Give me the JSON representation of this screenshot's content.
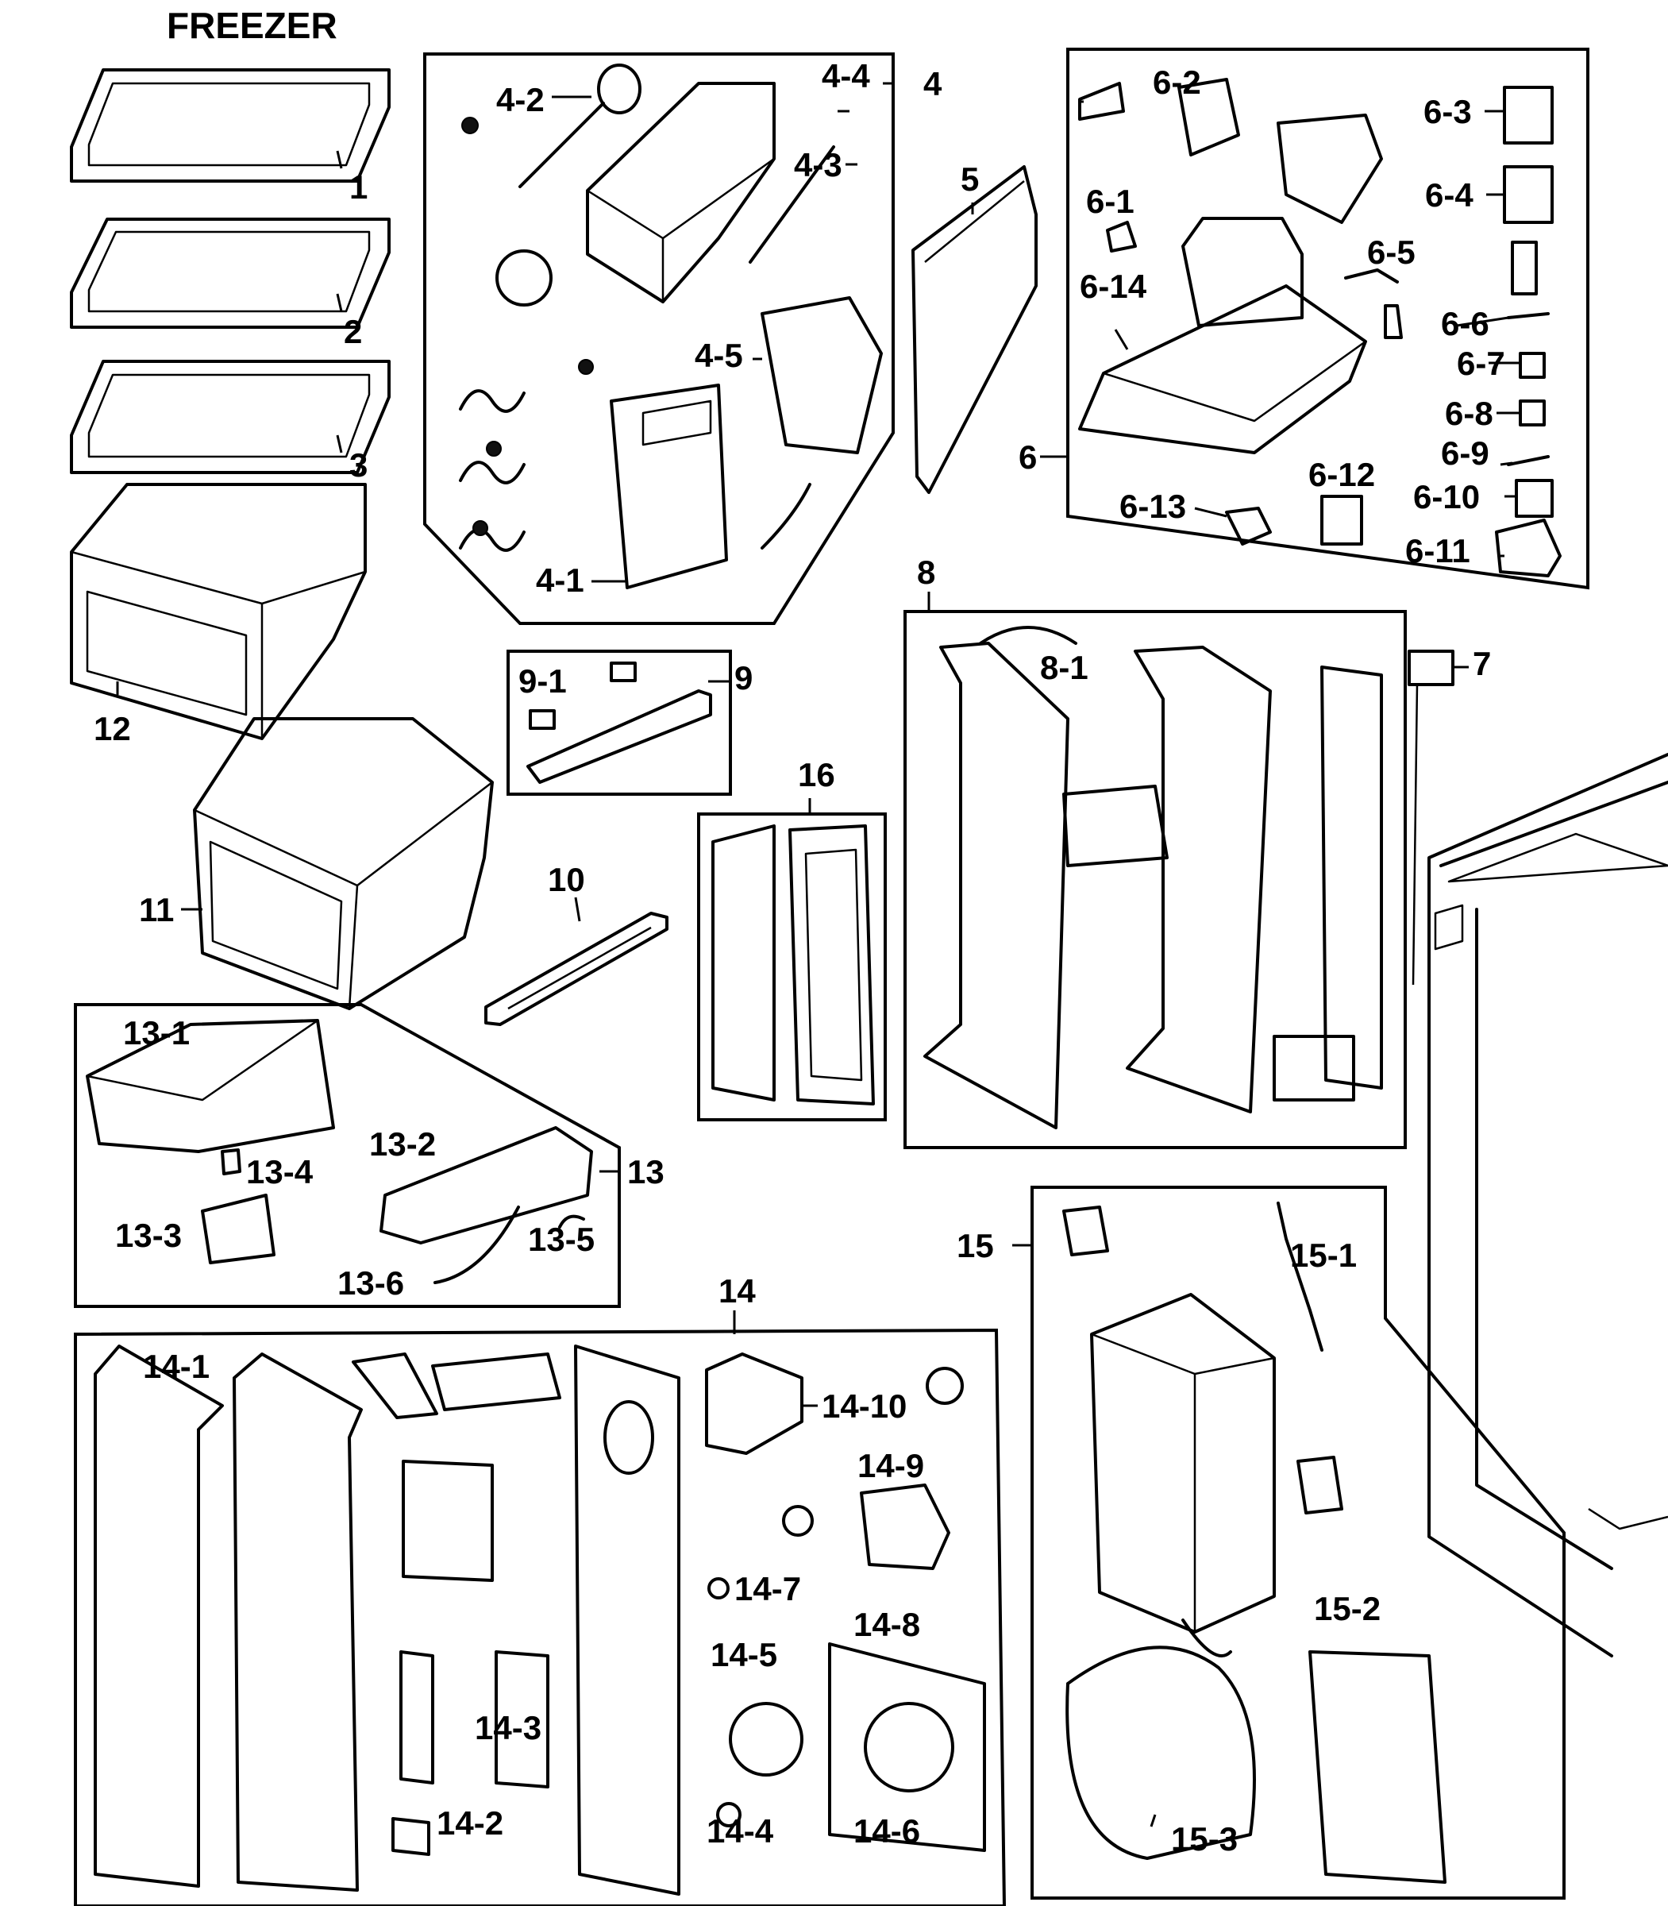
{
  "title": "FREEZER",
  "callouts": {
    "c1": "1",
    "c2": "2",
    "c3": "3",
    "c4": "4",
    "c4_1": "4-1",
    "c4_2": "4-2",
    "c4_3": "4-3",
    "c4_4": "4-4",
    "c4_5": "4-5",
    "c5": "5",
    "c6": "6",
    "c6_1": "6-1",
    "c6_2": "6-2",
    "c6_3": "6-3",
    "c6_4": "6-4",
    "c6_5": "6-5",
    "c6_6": "6-6",
    "c6_7": "6-7",
    "c6_8": "6-8",
    "c6_9": "6-9",
    "c6_10": "6-10",
    "c6_11": "6-11",
    "c6_12": "6-12",
    "c6_13": "6-13",
    "c6_14": "6-14",
    "c7": "7",
    "c8": "8",
    "c8_1": "8-1",
    "c9": "9",
    "c9_1": "9-1",
    "c10": "10",
    "c11": "11",
    "c12": "12",
    "c13": "13",
    "c13_1": "13-1",
    "c13_2": "13-2",
    "c13_3": "13-3",
    "c13_4": "13-4",
    "c13_5": "13-5",
    "c13_6": "13-6",
    "c14": "14",
    "c14_1": "14-1",
    "c14_2": "14-2",
    "c14_3": "14-3",
    "c14_4": "14-4",
    "c14_5": "14-5",
    "c14_6": "14-6",
    "c14_7": "14-7",
    "c14_8": "14-8",
    "c14_9": "14-9",
    "c14_10": "14-10",
    "c15": "15",
    "c15_1": "15-1",
    "c15_2": "15-2",
    "c15_3": "15-3",
    "c16": "16"
  }
}
